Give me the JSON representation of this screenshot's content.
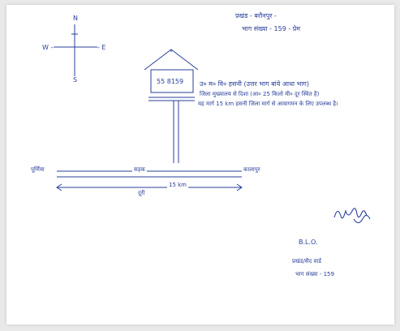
{
  "header": {
    "line1": "प्रखंड - बरौनपुर -",
    "line2": "भाग संख्या - 159 - प्रेम"
  },
  "compass": {
    "north": "N",
    "south": "S",
    "west": "W -",
    "east": "- E"
  },
  "building": {
    "label": "55 8159",
    "caption": "उ० म० वि० हसनी (उत्तर भाग बांये आधा भाग)",
    "description_line1": "जिला मुख्यालय से दिशा (आ० 25 किलो मी० दूर स्थित है)",
    "description_line2": "यह मार्ग 15 km हसनी जिला मार्ग से आवागमन के लिए उपलब्ध है।"
  },
  "road": {
    "left_label": "पूर्णिया",
    "center_label": "सड़क",
    "right_label": "कालापुर",
    "dimension_label": "दूरी",
    "dimension_value": "15 km"
  },
  "signature": {
    "line1": "B.L.O.",
    "line2": "प्रखंड/सैद वार्ड",
    "line3": "भाग संख्या - 159"
  },
  "colors": {
    "ink": "#2a3f9a",
    "paper": "#ffffff",
    "background": "#e9e9e9"
  }
}
